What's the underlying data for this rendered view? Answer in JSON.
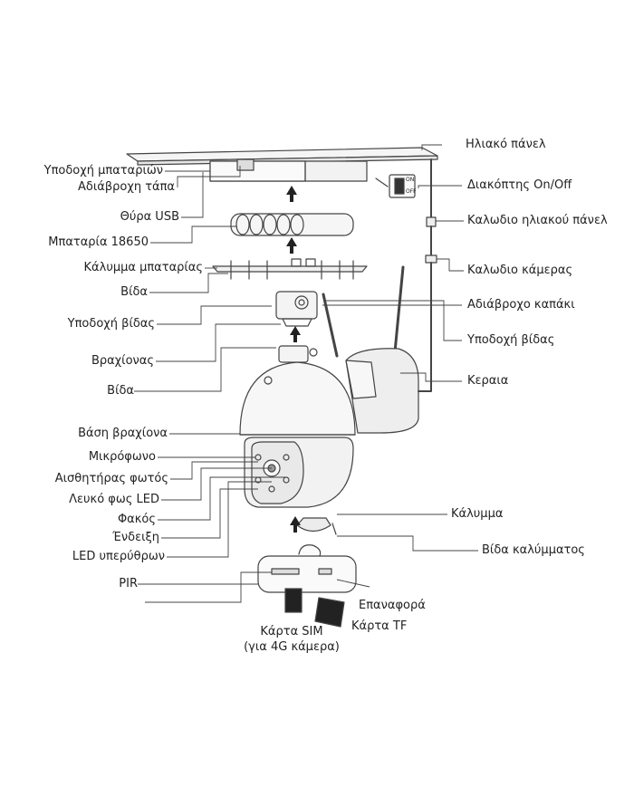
{
  "labels_left": [
    "Υποδοχή μπαταριών",
    "Αδιάβροχη τάπα",
    "Θύρα USB",
    "Μπαταρία 18650",
    "Κάλυμμα μπαταρίας",
    "Βίδα",
    "Υποδοχή βίδας",
    "Βραχίονας",
    "Βίδα",
    "Βάση βραχίονα",
    "Μικρόφωνο",
    "Αισθητήρας φωτός",
    "Λευκό φως LED",
    "Φακός",
    "Ένδειξη",
    "LED υπερύθρων",
    "PIR"
  ],
  "labels_right": [
    "Ηλιακό πάνελ",
    "Διακόπτης On/Off",
    "Καλωδιο ηλιακού πάνελ",
    "Καλωδιο κάμερας",
    "Αδιάβροχο καπάκι",
    "Υποδοχή βίδας",
    "Κεραια",
    "Κάλυμμα",
    "Βίδα καλύμματος"
  ],
  "labels_bottom": {
    "reset": "Επαναφορά",
    "tf_card": "Κάρτα TF",
    "sim_card": "Κάρτα SIM",
    "sim_note": "(για 4G κάμερα)"
  },
  "switch": {
    "on": "ON",
    "off": "OFF"
  },
  "colors": {
    "line": "#333333",
    "outline": "#444444",
    "fill": "#f2f2f2"
  }
}
